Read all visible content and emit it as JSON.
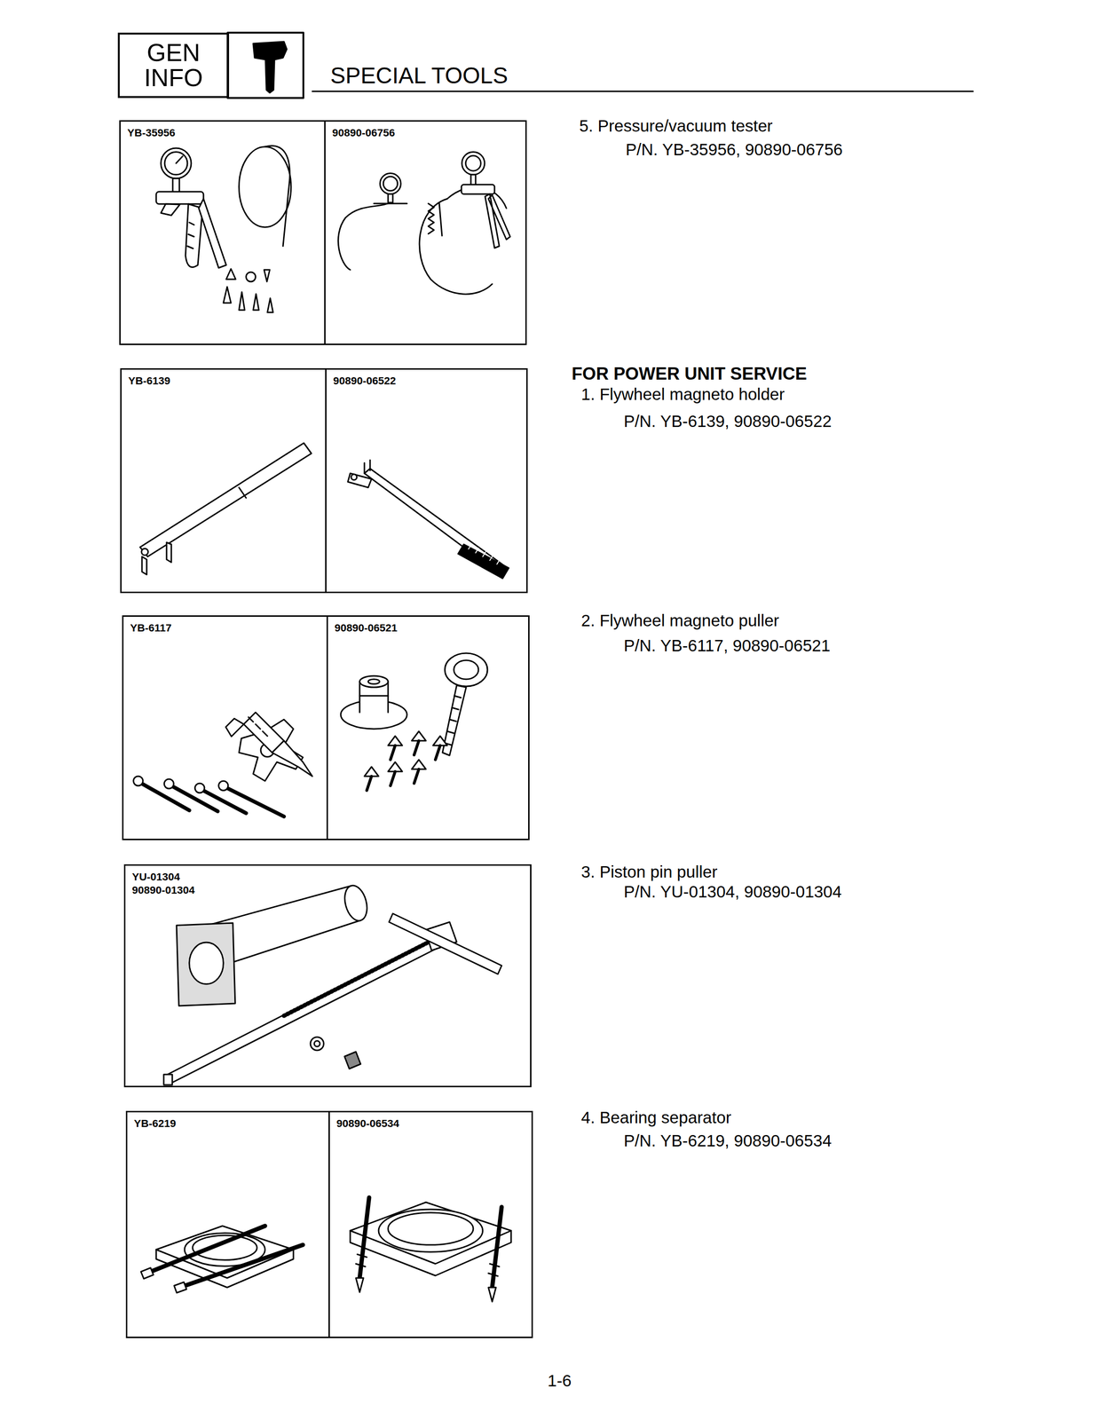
{
  "diagram": {
    "title": "SPECIAL TOOLS",
    "nodes": [
      {
        "text": [
          "GEN INFO"
        ]
      },
      {
        "text": [
          "YB-35956"
        ]
      },
      {
        "text": [
          "90890-06756"
        ]
      },
      {
        "text": [
          "YB-6139"
        ]
      },
      {
        "text": [
          "90890-06522"
        ]
      },
      {
        "text": [
          "YB-6117"
        ]
      },
      {
        "text": [
          "90890-06521"
        ]
      },
      {
        "text": [
          "YU-01304",
          "90890-01304"
        ]
      },
      {
        "text": [
          "YB-6219"
        ]
      },
      {
        "text": [
          "90890-06534"
        ]
      }
    ],
    "labels": [
      "5. Pressure/vacuum tester",
      "P/N. YB-35956, 90890-06756",
      "FOR POWER UNIT SERVICE",
      "1. Flywheel magneto holder",
      "P/N. YB-6139, 90890-06522",
      "2. Flywheel magneto puller",
      "P/N. YB-6117, 90890-06521",
      "3. Piston pin puller",
      "P/N. YU-01304, 90890-01304",
      "4. Bearing separator",
      "P/N. YB-6219, 90890-06534",
      "1-6"
    ]
  }
}
